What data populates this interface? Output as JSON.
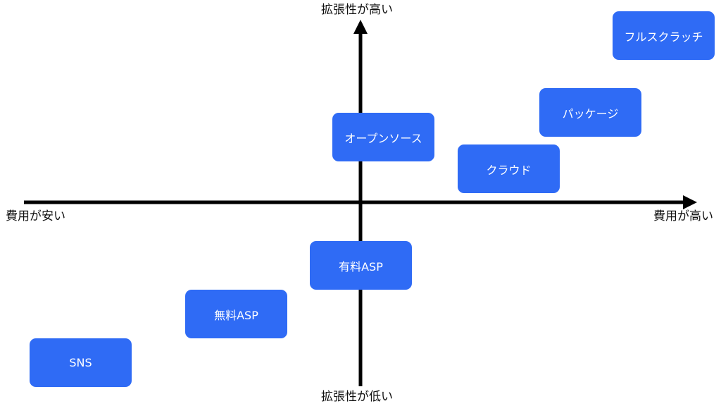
{
  "axes": {
    "y_top_label": "拡張性が高い",
    "y_bottom_label": "拡張性が低い",
    "x_left_label": "費用が安い",
    "x_right_label": "費用が高い"
  },
  "boxes": {
    "full_scratch": "フルスクラッチ",
    "package": "パッケージ",
    "open_source": "オープンソース",
    "cloud": "クラウド",
    "paid_asp": "有料ASP",
    "free_asp": "無料ASP",
    "sns": "SNS"
  },
  "colors": {
    "box_fill": "#2F6BF5",
    "axis": "#000000"
  }
}
